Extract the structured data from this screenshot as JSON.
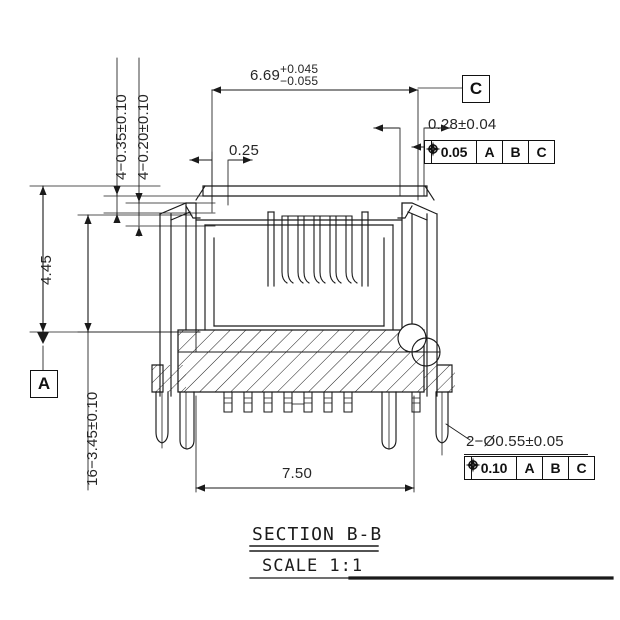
{
  "drawing": {
    "type": "engineering-section-view",
    "title": "SECTION B-B",
    "scale": "SCALE 1:1"
  },
  "dimensions": {
    "width_top": {
      "nominal": "6.69",
      "tol_upper": "+0.045",
      "tol_lower": "−0.055"
    },
    "step_left": "0.25",
    "top_right": "0.28±0.04",
    "height_left": "4.45",
    "pin_length": "16−3.45±0.10",
    "width_bottom": "7.50",
    "rot_label_1": "4−0.35±0.10",
    "rot_label_2": "4−0.20±0.10",
    "hole_callout": "2−Ø0.55±0.05"
  },
  "gdt": {
    "frame_top": {
      "symbol": "true-position",
      "tolerance": "0.05",
      "datums": [
        "A",
        "B",
        "C"
      ]
    },
    "frame_bottom": {
      "symbol": "true-position",
      "tolerance": "0.10",
      "datums": [
        "A",
        "B",
        "C"
      ]
    }
  },
  "datums": {
    "a": "A",
    "c": "C"
  },
  "colors": {
    "line": "#1a1a1a",
    "text": "#262626",
    "background": "#ffffff"
  }
}
